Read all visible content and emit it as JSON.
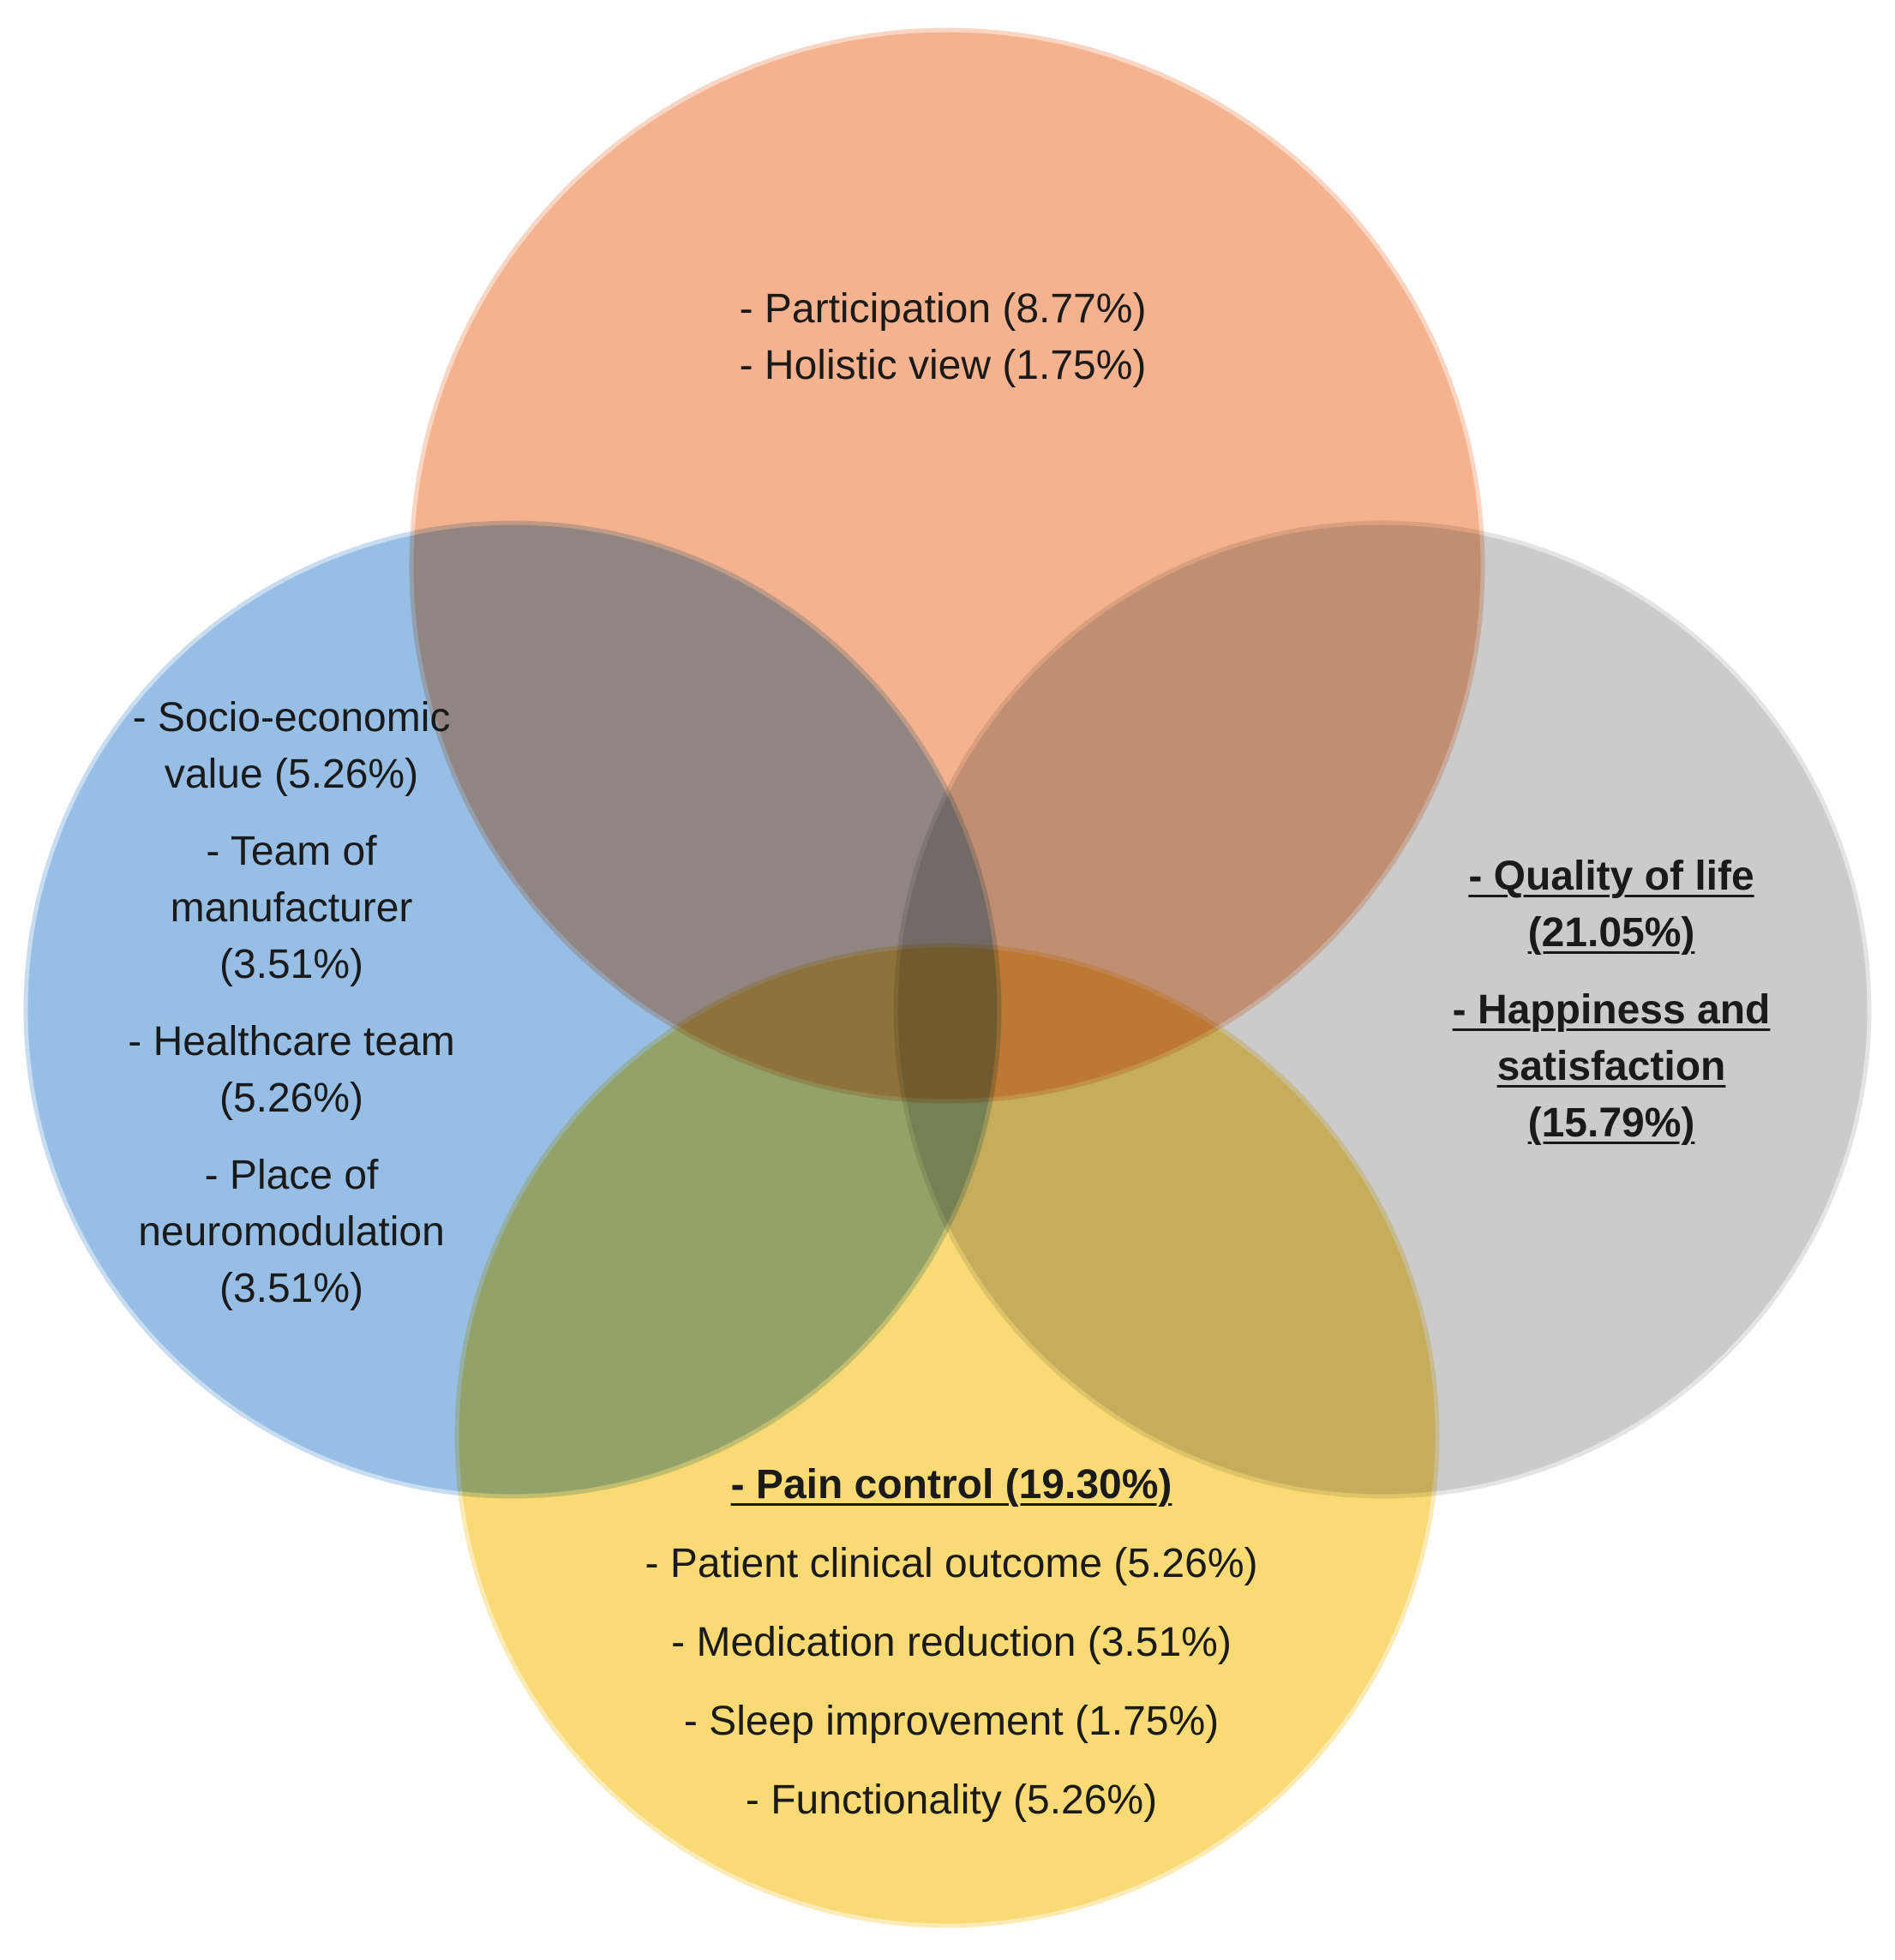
{
  "colors": {
    "top": "#f2a47a",
    "left": "#85b3e0",
    "right": "#c2c2c2",
    "bottom": "#f8d35c"
  },
  "sets": {
    "top": {
      "items": [
        {
          "text": "- Participation (8.77%)",
          "emphasis": false
        },
        {
          "text": "- Holistic view (1.75%)",
          "emphasis": false
        }
      ]
    },
    "left": {
      "items": [
        {
          "text": "- Socio-economic\nvalue (5.26%)",
          "emphasis": false
        },
        {
          "text": "- Team of\nmanufacturer\n(3.51%)",
          "emphasis": false
        },
        {
          "text": "- Healthcare team\n(5.26%)",
          "emphasis": false
        },
        {
          "text": "- Place of\nneuromodulation\n(3.51%)",
          "emphasis": false
        }
      ]
    },
    "right": {
      "items": [
        {
          "text": "- Quality of life\n(21.05%)",
          "emphasis": true
        },
        {
          "text": "-  Happiness and\nsatisfaction\n(15.79%)",
          "emphasis": true
        }
      ]
    },
    "bottom": {
      "items": [
        {
          "text": "- Pain control (19.30%)",
          "emphasis": true
        },
        {
          "text": "- Patient clinical outcome (5.26%)",
          "emphasis": false
        },
        {
          "text": "- Medication reduction (3.51%)",
          "emphasis": false
        },
        {
          "text": "- Sleep improvement (1.75%)",
          "emphasis": false
        },
        {
          "text": "- Functionality (5.26%)",
          "emphasis": false
        }
      ]
    }
  }
}
